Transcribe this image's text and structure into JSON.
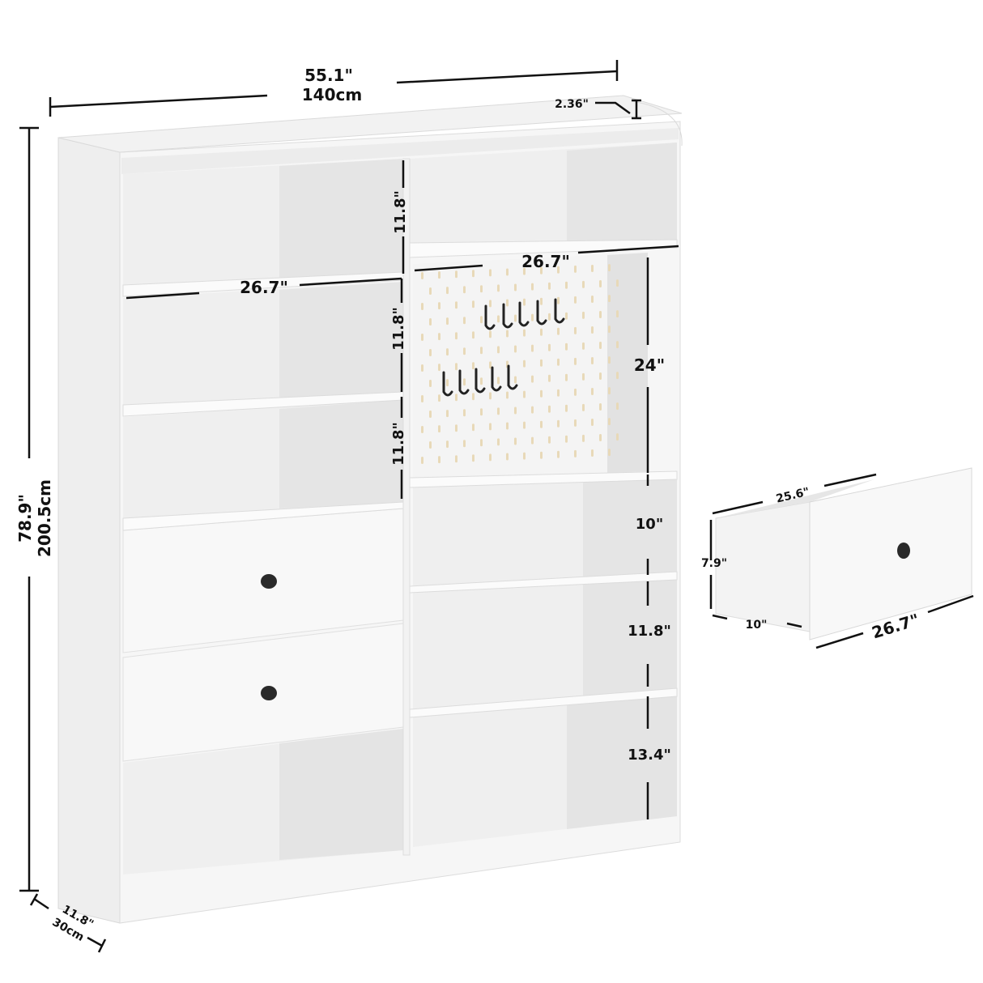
{
  "product": {
    "name": "bookshelf-with-pegboard-and-drawers",
    "color": "#f4f4f4"
  },
  "dimensions": {
    "overall_width_in": "55.1\"",
    "overall_width_cm": "140cm",
    "top_lip_height": "2.36\"",
    "overall_height_in": "78.9\"",
    "overall_height_cm": "200.5cm",
    "depth_in": "11.8\"",
    "depth_cm": "30cm",
    "left_top_cube_height": "11.8\"",
    "left_shelf_width": "26.7\"",
    "right_shelf_width": "26.7\"",
    "left_mid_cube_1_height": "11.8\"",
    "left_mid_cube_2_height": "11.8\"",
    "pegboard_height": "24\"",
    "right_cube_1_height": "10\"",
    "right_cube_2_height": "11.8\"",
    "right_cube_3_height": "13.4\""
  },
  "drawer": {
    "depth": "25.6\"",
    "height": "7.9\"",
    "side": "10\"",
    "width": "26.7\""
  },
  "colors": {
    "line": "#111111",
    "panel": "#f5f5f5",
    "panel_shade": "#e9e9e9",
    "panel_dark": "#dedede",
    "knob": "#2a2a2a",
    "peg_hole": "#e8d9b8",
    "hook": "#222222"
  }
}
